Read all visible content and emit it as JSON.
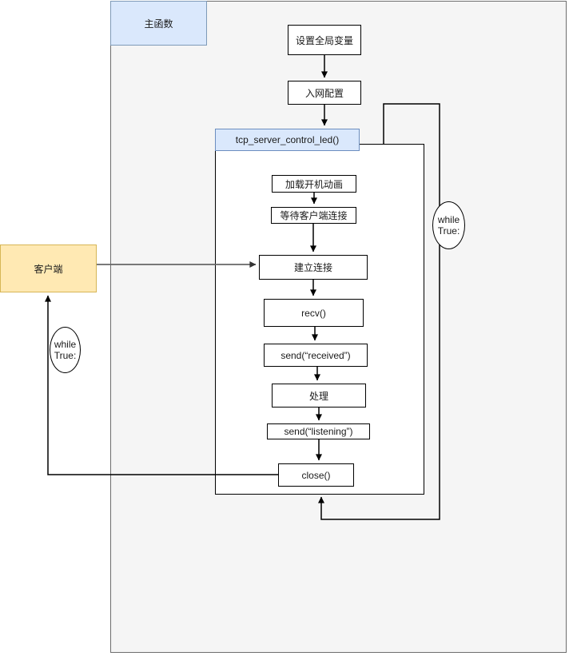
{
  "diagram": {
    "frame_title": "主函数",
    "nodes": {
      "set_globals": "设置全局变量",
      "network_config": "入网配置",
      "tcp_server": "tcp_server_control_led()",
      "load_boot_animation": "加载开机动画",
      "wait_client_connect": "等待客户端连接",
      "establish_connection": "建立连接",
      "recv": "recv()",
      "send_received": "send(“received”)",
      "process": "处理",
      "send_listening": "send(“listening”)",
      "close": "close()",
      "client": "客户端",
      "while_true_right": "while True:",
      "while_true_left": "while True:"
    },
    "colors": {
      "frame_fill": "#f5f5f5",
      "frame_border": "#6e6e6e",
      "blue_fill": "#dae8fc",
      "blue_border": "#6c8ebf",
      "yellow_fill": "#ffe9b3",
      "yellow_border": "#d6b656",
      "node_fill": "#ffffff",
      "node_border": "#000000",
      "connector": "#000000",
      "client_connector": "#666666"
    }
  }
}
